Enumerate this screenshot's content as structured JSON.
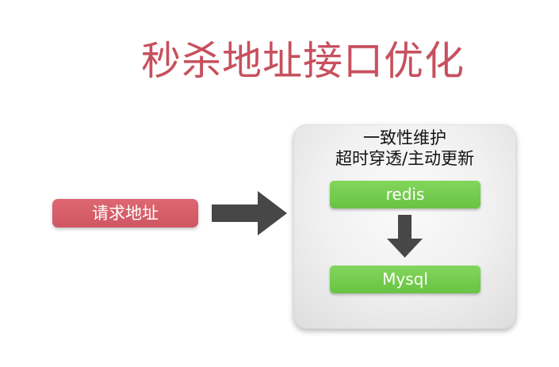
{
  "diagram": {
    "title": "秒杀地址接口优化",
    "request_label": "请求地址",
    "panel": {
      "line1": "一致性维护",
      "line2": "超时穿透/主动更新"
    },
    "redis_label": "redis",
    "mysql_label": "Mysql"
  },
  "colors": {
    "title": "#c7505e",
    "request_fill": "#d95f6a",
    "arrow_fill": "#474747",
    "green_fill": "#72ca4d",
    "panel_fill": "#f0f0f0"
  },
  "icons": {
    "main_arrow": "right-arrow",
    "flow_arrow": "down-arrow"
  }
}
